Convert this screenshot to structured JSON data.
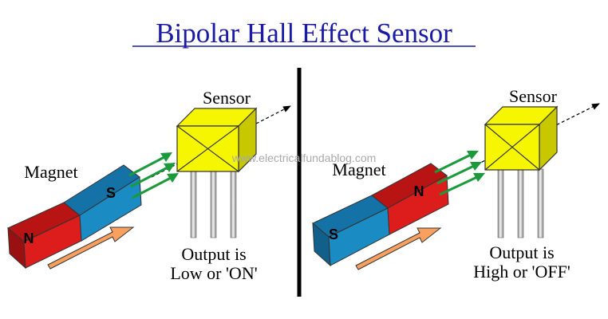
{
  "title": "Bipolar Hall Effect Sensor",
  "watermark": "www.electricalfundablog.com",
  "colors": {
    "title": "#1a1aa6",
    "magnet_red": "#dd1c1c",
    "magnet_blue": "#1b8bc4",
    "sensor_yellow": "#f6f600",
    "field_arrow": "#1a9a3a",
    "motion_arrow": "#f7a060",
    "divider": "#000000"
  },
  "left": {
    "sensor_label": "Sensor",
    "magnet_label": "Magnet",
    "front_pole": "S",
    "rear_pole": "N",
    "output_line1": "Output is",
    "output_line2": "Low or 'ON'"
  },
  "right": {
    "sensor_label": "Sensor",
    "magnet_label": "Magnet",
    "front_pole": "N",
    "rear_pole": "S",
    "output_line1": "Output is",
    "output_line2": "High or 'OFF'"
  }
}
